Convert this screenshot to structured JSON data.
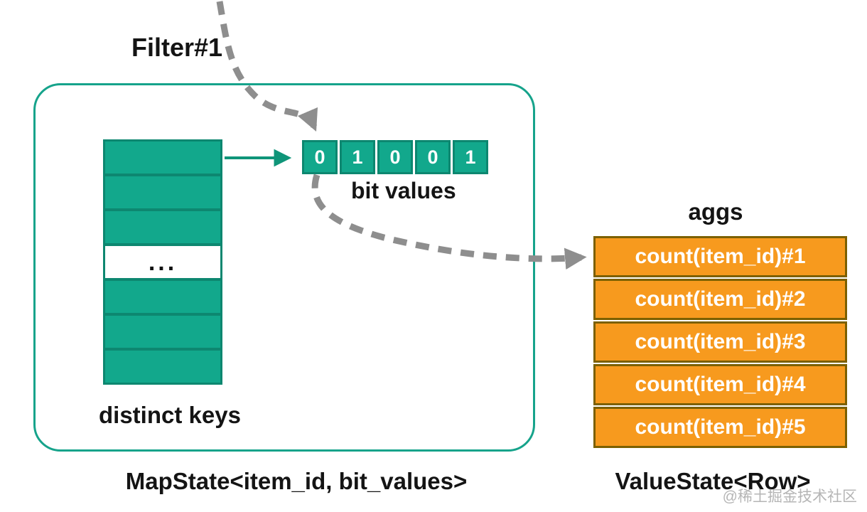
{
  "labels": {
    "filter": "Filter#1",
    "bit_values": "bit values",
    "distinct_keys": "distinct keys",
    "aggs": "aggs",
    "map_state": "MapState<item_id, bit_values>",
    "value_state": "ValueState<Row>",
    "ellipsis": "...",
    "watermark": "@稀土掘金技术社区"
  },
  "bit_cells": [
    "0",
    "1",
    "0",
    "0",
    "1"
  ],
  "agg_cells": [
    "count(item_id)#1",
    "count(item_id)#2",
    "count(item_id)#3",
    "count(item_id)#4",
    "count(item_id)#5"
  ],
  "distinct_keys_row_count": 7,
  "ellipsis_row_index": 3,
  "colors": {
    "teal_fill": "#12a88c",
    "teal_dark_border": "#0d8770",
    "box_outline_teal": "#16a38b",
    "solid_arrow_teal": "#0f9579",
    "orange_fill": "#f79a1e",
    "orange_border": "#7c6000",
    "dashed_arrow_gray": "#8e8e8e",
    "label_black": "#141414",
    "watermark_gray": "#787878"
  }
}
